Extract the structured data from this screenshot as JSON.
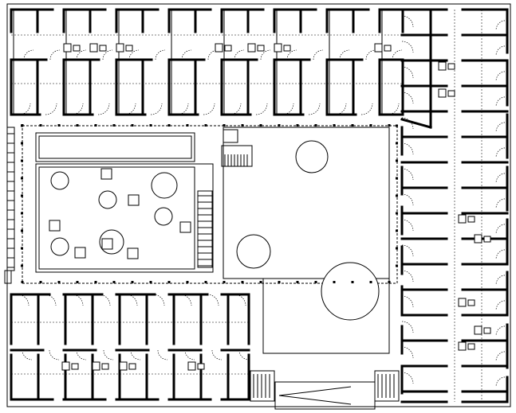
{
  "drawing": {
    "type": "architectural floor plan",
    "colors": {
      "background": "#ffffff",
      "wall": "#000000",
      "thin_line": "#000000",
      "dashed_line": "#555555"
    },
    "courtyard": {
      "round_objects": 9,
      "square_objects": 7
    },
    "central_hall": {
      "round_objects": 3
    }
  }
}
